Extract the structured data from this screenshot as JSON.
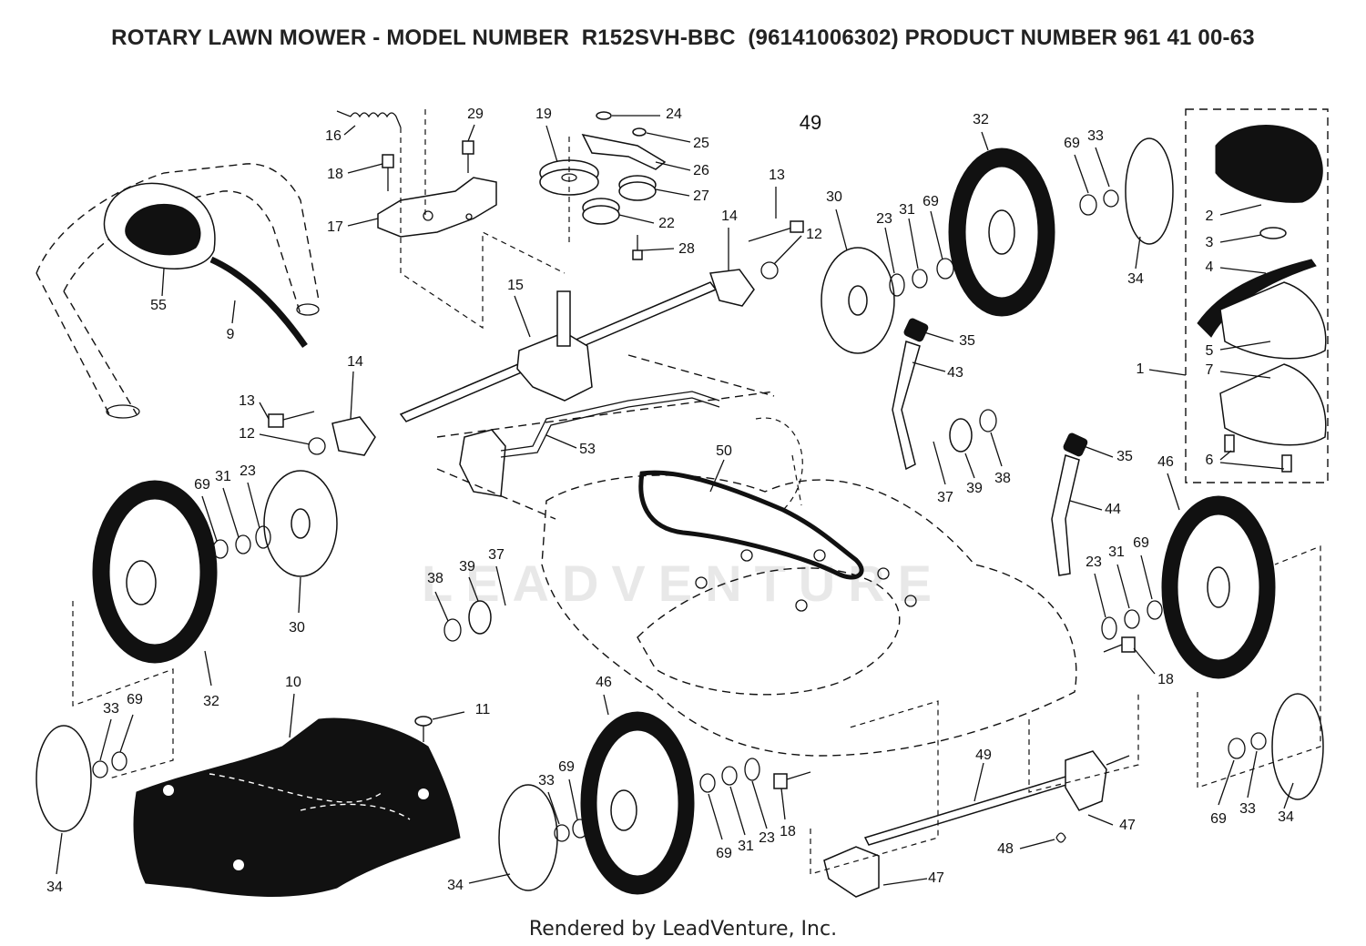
{
  "header": {
    "title": "ROTARY LAWN MOWER - MODEL NUMBER  R152SVH-BBC  (96141006302) PRODUCT NUMBER 961 41 00-63"
  },
  "footer": {
    "credit": "Rendered by LeadVenture, Inc."
  },
  "watermark": {
    "text": "LEADVENTURE"
  },
  "callouts": [
    "16",
    "18",
    "17",
    "29",
    "19",
    "24",
    "25",
    "26",
    "27",
    "22",
    "28",
    "49",
    "55",
    "9",
    "15",
    "14",
    "13",
    "12",
    "13",
    "12",
    "14",
    "32",
    "69",
    "33",
    "30",
    "23",
    "31",
    "69",
    "34",
    "2",
    "3",
    "4",
    "5",
    "1",
    "7",
    "6",
    "35",
    "43",
    "37",
    "39",
    "38",
    "35",
    "44",
    "46",
    "53",
    "50",
    "69",
    "31",
    "23",
    "30",
    "32",
    "38",
    "39",
    "37",
    "23",
    "31",
    "69",
    "18",
    "10",
    "11",
    "33",
    "69",
    "34",
    "46",
    "33",
    "69",
    "69",
    "31",
    "23",
    "18",
    "34",
    "49",
    "47",
    "48",
    "47",
    "69",
    "33",
    "34"
  ]
}
